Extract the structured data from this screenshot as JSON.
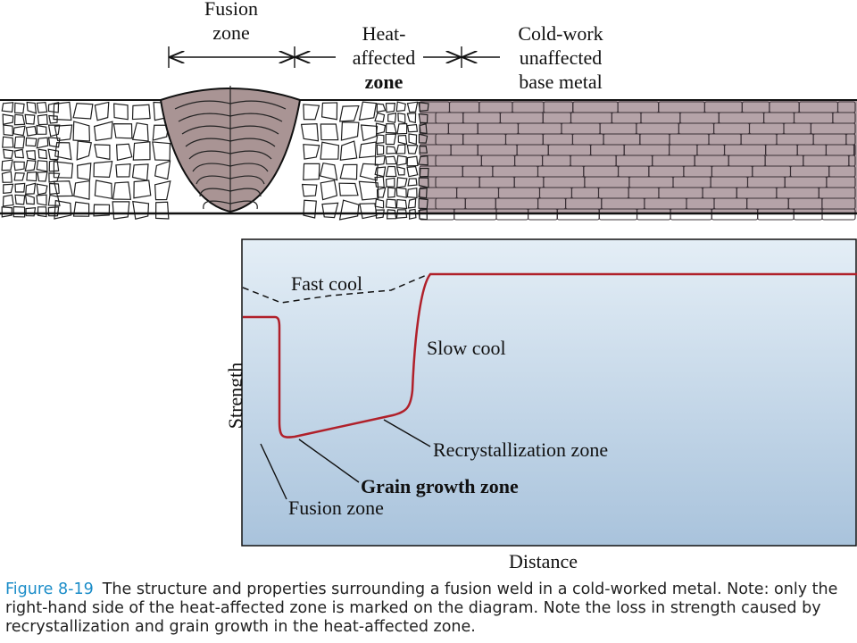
{
  "top_labels": {
    "fusion_zone": [
      "Fusion",
      "zone"
    ],
    "heat_affected": [
      "Heat-",
      "affected",
      "zone"
    ],
    "cold_work": [
      "Cold-work",
      "unaffected",
      "base metal"
    ]
  },
  "plot": {
    "y_axis_label": "Strength",
    "x_axis_label": "Distance",
    "labels": {
      "fast_cool": "Fast cool",
      "slow_cool": "Slow cool",
      "recrystallization": "Recrystallization zone",
      "grain_growth": "Grain growth zone",
      "fusion_zone": "Fusion zone"
    }
  },
  "colors": {
    "curve": "#b0202a",
    "plot_bg_top": "#e4eef6",
    "plot_bg_bottom": "#a9c3dc",
    "fusion_fill": "#a99494",
    "cold_metal": "#b5a3a8",
    "caption_accent": "#1a8cc8"
  },
  "caption": {
    "figure_number": "Figure 8-19",
    "text": "The structure and properties surrounding a fusion weld in a cold-worked metal. Note: only the right-hand side of the heat-affected zone is marked on the diagram. Note the loss in strength caused by recrystallization and grain growth in the heat-affected zone."
  }
}
